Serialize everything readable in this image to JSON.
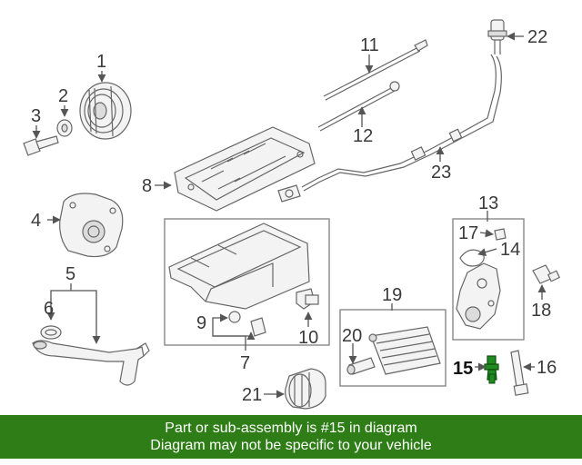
{
  "callouts": {
    "c1": "1",
    "c2": "2",
    "c3": "3",
    "c4": "4",
    "c5": "5",
    "c6": "6",
    "c7": "7",
    "c8": "8",
    "c9": "9",
    "c10": "10",
    "c11": "11",
    "c12": "12",
    "c13": "13",
    "c14": "14",
    "c15": "15",
    "c16": "16",
    "c17": "17",
    "c18": "18",
    "c19": "19",
    "c20": "20",
    "c21": "21",
    "c22": "22",
    "c23": "23"
  },
  "highlight": {
    "part": "15",
    "color": "#1f8a1f"
  },
  "banner": {
    "line1": "Part or sub-assembly is #15 in diagram",
    "line2": "Diagram may not be specific to your vehicle",
    "background": "#2e7d16"
  }
}
